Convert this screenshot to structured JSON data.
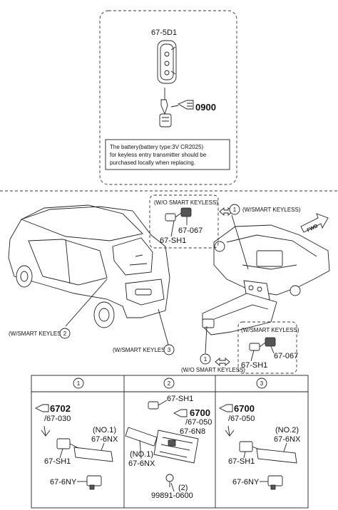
{
  "key_section": {
    "fob_part": "67-5D1",
    "blade_part": "0900",
    "note_lines": [
      "The battery(battery type:3V CR2025)",
      "for keyless entry transmitter should be",
      "purchased locally when replacing."
    ]
  },
  "car_section": {
    "upper_callout": {
      "variant": "(W/O SMART KEYLESS)",
      "alt_variant": "(W/SMART KEYLESS)",
      "number": "1",
      "part_a": "67-067",
      "part_b": "67-SH1"
    },
    "lower_callout": {
      "variant": "(W/SMART KEYLESS)",
      "alt_variant": "(W/O SMART KEYLESS)",
      "number": "1",
      "part_a": "67-067",
      "part_b": "67-SH1"
    },
    "fwd_label": "FWD",
    "callout_2": {
      "variant": "(W/SMART KEYLESS)",
      "number": "2"
    },
    "callout_3": {
      "variant": "(W/SMART KEYLESS)",
      "number": "3"
    }
  },
  "detail_table": {
    "headers": [
      "1",
      "2",
      "3"
    ],
    "col1": {
      "ref_main": "6702",
      "ref_sub": "/67-030",
      "antenna_no": "(NO.1)",
      "antenna_part": "67-6NX",
      "shield_part": "67-SH1",
      "bracket_part": "67-6NY"
    },
    "col2": {
      "shield_part": "67-SH1",
      "ref_main": "6700",
      "ref_sub": "/67-050",
      "module_part": "67-6N8",
      "antenna_no": "(NO.1)",
      "antenna_part": "67-6NX",
      "bolt_qty": "(2)",
      "bolt_part": "99891-0600"
    },
    "col3": {
      "ref_main": "6700",
      "ref_sub": "/67-050",
      "antenna_no": "(NO.2)",
      "antenna_part": "67-6NX",
      "shield_part": "67-SH1",
      "bracket_part": "67-6NY"
    }
  }
}
